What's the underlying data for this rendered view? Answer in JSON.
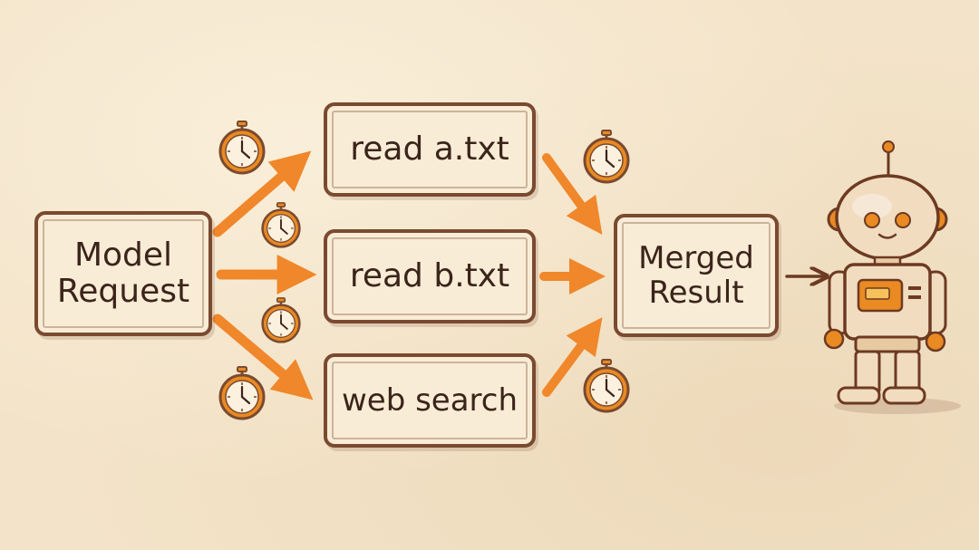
{
  "nodes": {
    "model_request": [
      "Model",
      "Request"
    ],
    "read_a": "read a.txt",
    "read_b": "read b.txt",
    "web_search": "web search",
    "merged_result": [
      "Merged",
      "Result"
    ]
  },
  "colors": {
    "outline": "#7a4a30",
    "arrow": "#f0872a",
    "clock_face": "#fbf1de",
    "background": "#f3e3c8",
    "robot_body": "#f1dcc0",
    "robot_accent": "#e98a22"
  },
  "icons": [
    "stopwatch-icon",
    "robot-illustration"
  ]
}
